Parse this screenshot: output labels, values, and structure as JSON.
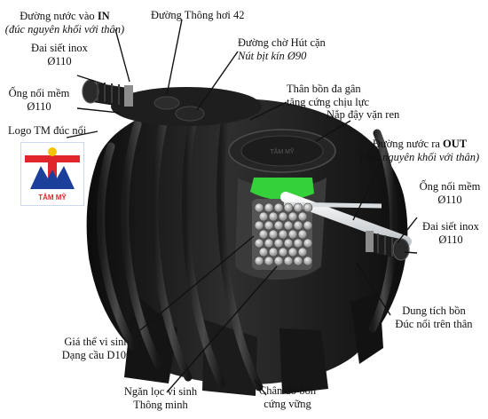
{
  "labels": {
    "inlet_line1_prefix": "Đường nước vào ",
    "inlet_line1_strong": "IN",
    "inlet_line2": "(đúc nguyên khối với thân)",
    "vent": "Đường Thông hơi 42",
    "sludge_line1": "Đường chờ Hút cặn",
    "sludge_line2": "Nút bịt kín Ø90",
    "clamp_left_line1": "Đai siết inox",
    "clamp_left_line2": "Ø110",
    "pipe_left_line1": "Ống nối mềm",
    "pipe_left_line2": "Ø110",
    "body_line1": "Thân bồn đa gân",
    "body_line2": "tăng cứng chịu lực",
    "lid": "Nắp đậy vặn ren",
    "logo_label": "Logo TM đúc nổi",
    "outlet_line1_prefix": "Đường nước ra ",
    "outlet_line1_strong": "OUT",
    "outlet_line2": "(đúc nguyên khối với thân)",
    "pipe_right_line1": "Ống nối mềm",
    "pipe_right_line2": "Ø110",
    "clamp_right_line1": "Đai siết inox",
    "clamp_right_line2": "Ø110",
    "capacity_line1": "Dung tích bồn",
    "capacity_line2": "Đúc nổi trên thân",
    "media_line1": "Giá thể vi sinh",
    "media_line2": "Dạng cầu D100",
    "filter_line1": "Ngăn lọc vi sinh",
    "filter_line2": "Thông minh",
    "stand_line1": "Chân đỡ  bồn",
    "stand_line2": "cứng vững"
  },
  "logo": {
    "brand_text": "TÂM MỸ"
  },
  "colors": {
    "tank": "#151515",
    "tank_highlight": "#3a3a3a",
    "filter_green": "#35d13a",
    "logo_red": "#e0262b",
    "logo_blue": "#1b3f9a",
    "logo_yellow": "#f4c400"
  }
}
